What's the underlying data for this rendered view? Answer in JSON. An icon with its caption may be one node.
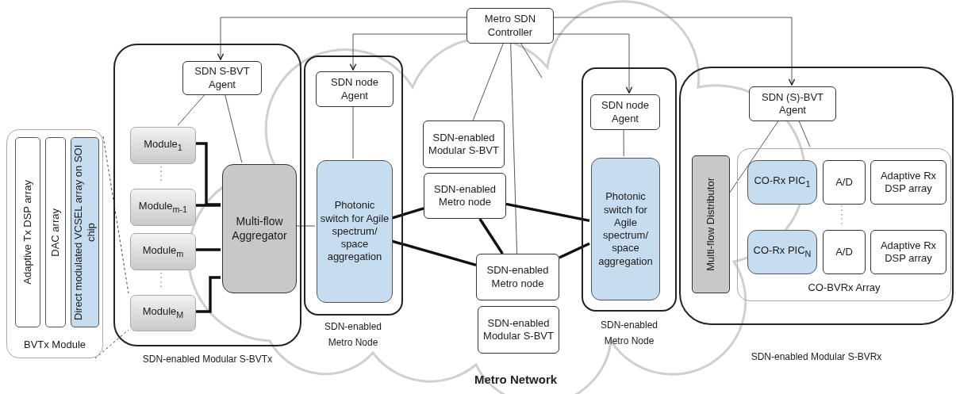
{
  "diagram": {
    "nodes": [
      {
        "text": [
          "Metro SDN Controller"
        ]
      },
      {
        "text": [
          "BVTx Module"
        ]
      },
      {
        "text": [
          "Adaptive Tx DSP array"
        ],
        "in": 1
      },
      {
        "text": [
          "DAC array"
        ],
        "in": 1
      },
      {
        "text": [
          "Direct modulated VCSEL array on SOI chip"
        ],
        "in": 1
      },
      {
        "text": [],
        "shape": "box",
        "beside": [
          "SDN-enabled Modular S-BVTx"
        ]
      },
      {
        "text": [
          "SDN S-BVT Agent"
        ],
        "in": 5
      },
      {
        "text": [
          "Module$_{1}$"
        ],
        "in": 5
      },
      {
        "text": [
          "Module$_{m-1}$"
        ],
        "in": 5
      },
      {
        "text": [
          "Module$_{m}$"
        ],
        "in": 5
      },
      {
        "text": [
          "Module$_{M}$"
        ],
        "in": 5
      },
      {
        "text": [
          "Multi-flow Aggregator"
        ],
        "in": 5
      },
      {
        "text": [],
        "shape": "box",
        "beside": [
          "SDN-enabled Metro Node"
        ]
      },
      {
        "text": [
          "SDN node Agent"
        ],
        "in": 12
      },
      {
        "text": [
          "Photonic switch for Agile spectrum/ space aggregation"
        ],
        "in": 12
      },
      {
        "text": [
          "SDN-enabled Modular S-BVT"
        ]
      },
      {
        "text": [
          "SDN-enabled Metro node"
        ]
      },
      {
        "text": [
          "SDN-enabled Metro node"
        ]
      },
      {
        "text": [
          "SDN-enabled Modular S-BVT"
        ]
      },
      {
        "text": [],
        "shape": "box",
        "beside": [
          "SDN-enabled Metro Node"
        ]
      },
      {
        "text": [
          "SDN node Agent"
        ],
        "in": 19
      },
      {
        "text": [
          "Photonic switch for Agile spectrum/ space aggregation"
        ],
        "in": 19
      },
      {
        "text": [],
        "shape": "box",
        "beside": [
          "SDN-enabled Modular S-BVRx"
        ]
      },
      {
        "text": [
          "SDN (S)-BVT Agent"
        ],
        "in": 22
      },
      {
        "text": [
          "Multi-flow Distributor"
        ],
        "in": 22
      },
      {
        "text": [
          "CO-BVRx Array"
        ],
        "in": 22
      },
      {
        "text": [
          "CO-Rx PIC$_{1}$"
        ],
        "in": 25
      },
      {
        "text": [
          "A/D"
        ],
        "in": 25
      },
      {
        "text": [
          "Adaptive Rx DSP array"
        ],
        "in": 25
      },
      {
        "text": [
          "CO-Rx PIC$_{N}$"
        ],
        "in": 25
      },
      {
        "text": [
          "A/D"
        ],
        "in": 25
      },
      {
        "text": [
          "Adaptive Rx DSP array"
        ],
        "in": 25
      }
    ],
    "edges": [
      {
        "from": 0,
        "to": 6,
        "arrow": "to"
      },
      {
        "from": 0,
        "to": 13,
        "arrow": "to"
      },
      {
        "from": 0,
        "to": 20,
        "arrow": "to"
      },
      {
        "from": 0,
        "to": 23,
        "arrow": "to"
      },
      {
        "from": 0,
        "to": 15,
        "arrow": "none"
      },
      {
        "from": 0,
        "to": 17,
        "arrow": "none"
      },
      {
        "from": 0,
        "to": null,
        "arrow": "none"
      },
      {
        "from": 6,
        "to": 7,
        "arrow": "none"
      },
      {
        "from": 6,
        "to": 11,
        "arrow": "none"
      },
      {
        "from": 7,
        "to": 11,
        "arrow": "none",
        "style": "thick"
      },
      {
        "from": 8,
        "to": 11,
        "arrow": "none",
        "style": "thick"
      },
      {
        "from": 9,
        "to": 11,
        "arrow": "none",
        "style": "thick"
      },
      {
        "from": 10,
        "to": 11,
        "arrow": "none",
        "style": "thick"
      },
      {
        "from": 11,
        "to": 14,
        "arrow": "none"
      },
      {
        "from": 13,
        "to": 14,
        "arrow": "none"
      },
      {
        "from": 14,
        "to": 16,
        "arrow": "none",
        "style": "thick"
      },
      {
        "from": 14,
        "to": 17,
        "arrow": "none",
        "style": "thick"
      },
      {
        "from": 16,
        "to": 17,
        "arrow": "none",
        "style": "thick"
      },
      {
        "from": 16,
        "to": 21,
        "arrow": "none",
        "style": "thick"
      },
      {
        "from": 17,
        "to": 21,
        "arrow": "none",
        "style": "thick"
      },
      {
        "from": 20,
        "to": 21,
        "arrow": "none"
      },
      {
        "from": 23,
        "to": 24,
        "arrow": "none"
      },
      {
        "from": 23,
        "to": 25,
        "arrow": "none"
      },
      {
        "from": 1,
        "to": 10,
        "arrow": "none",
        "style": "dashed"
      },
      {
        "from": 1,
        "to": 10,
        "arrow": "none",
        "style": "dashed"
      }
    ],
    "labels": [
      "Metro Network"
    ]
  }
}
